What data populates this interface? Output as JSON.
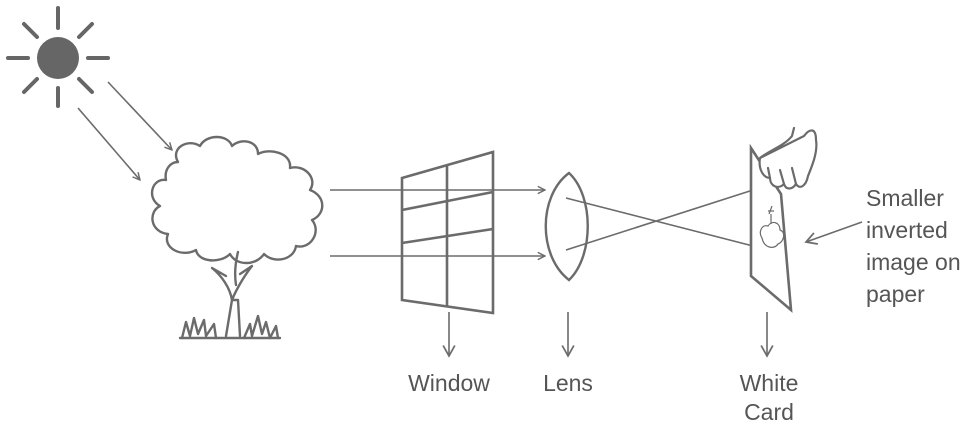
{
  "colors": {
    "stroke": "#6b6b6b",
    "fill": "#666666",
    "text": "#555555"
  },
  "labels": {
    "window": "Window",
    "lens": "Lens",
    "card_line1": "White",
    "card_line2": "Card",
    "image_line1": "Smaller",
    "image_line2": "inverted",
    "image_line3": "image on",
    "image_line4": "paper"
  },
  "icons": [
    "sun-icon",
    "tree-icon",
    "hand-icon"
  ]
}
